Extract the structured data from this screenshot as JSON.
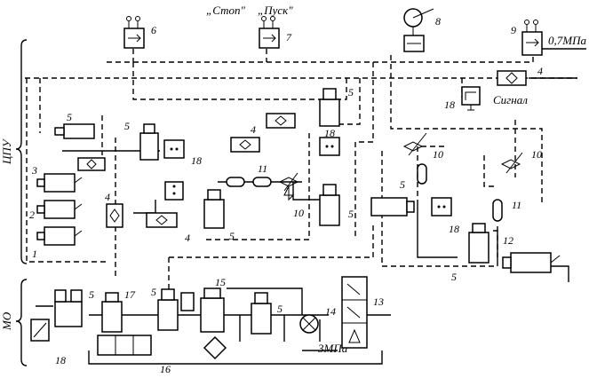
{
  "labels": {
    "stop": "„Стоп\"",
    "start": "„Пуск\"",
    "pressure_in": "0,7МПа",
    "pressure_3": "3МПа",
    "signal": "Сигнал",
    "section_cpu": "ЦПУ",
    "section_mo": "МО"
  },
  "numbers": {
    "n1": "1",
    "n2": "2",
    "n3": "3",
    "n4": "4",
    "n5": "5",
    "n6": "6",
    "n7": "7",
    "n8": "8",
    "n9": "9",
    "n10": "10",
    "n11": "11",
    "n12": "12",
    "n13": "13",
    "n14": "14",
    "n15": "15",
    "n16": "16",
    "n17": "17",
    "n18": "18"
  }
}
